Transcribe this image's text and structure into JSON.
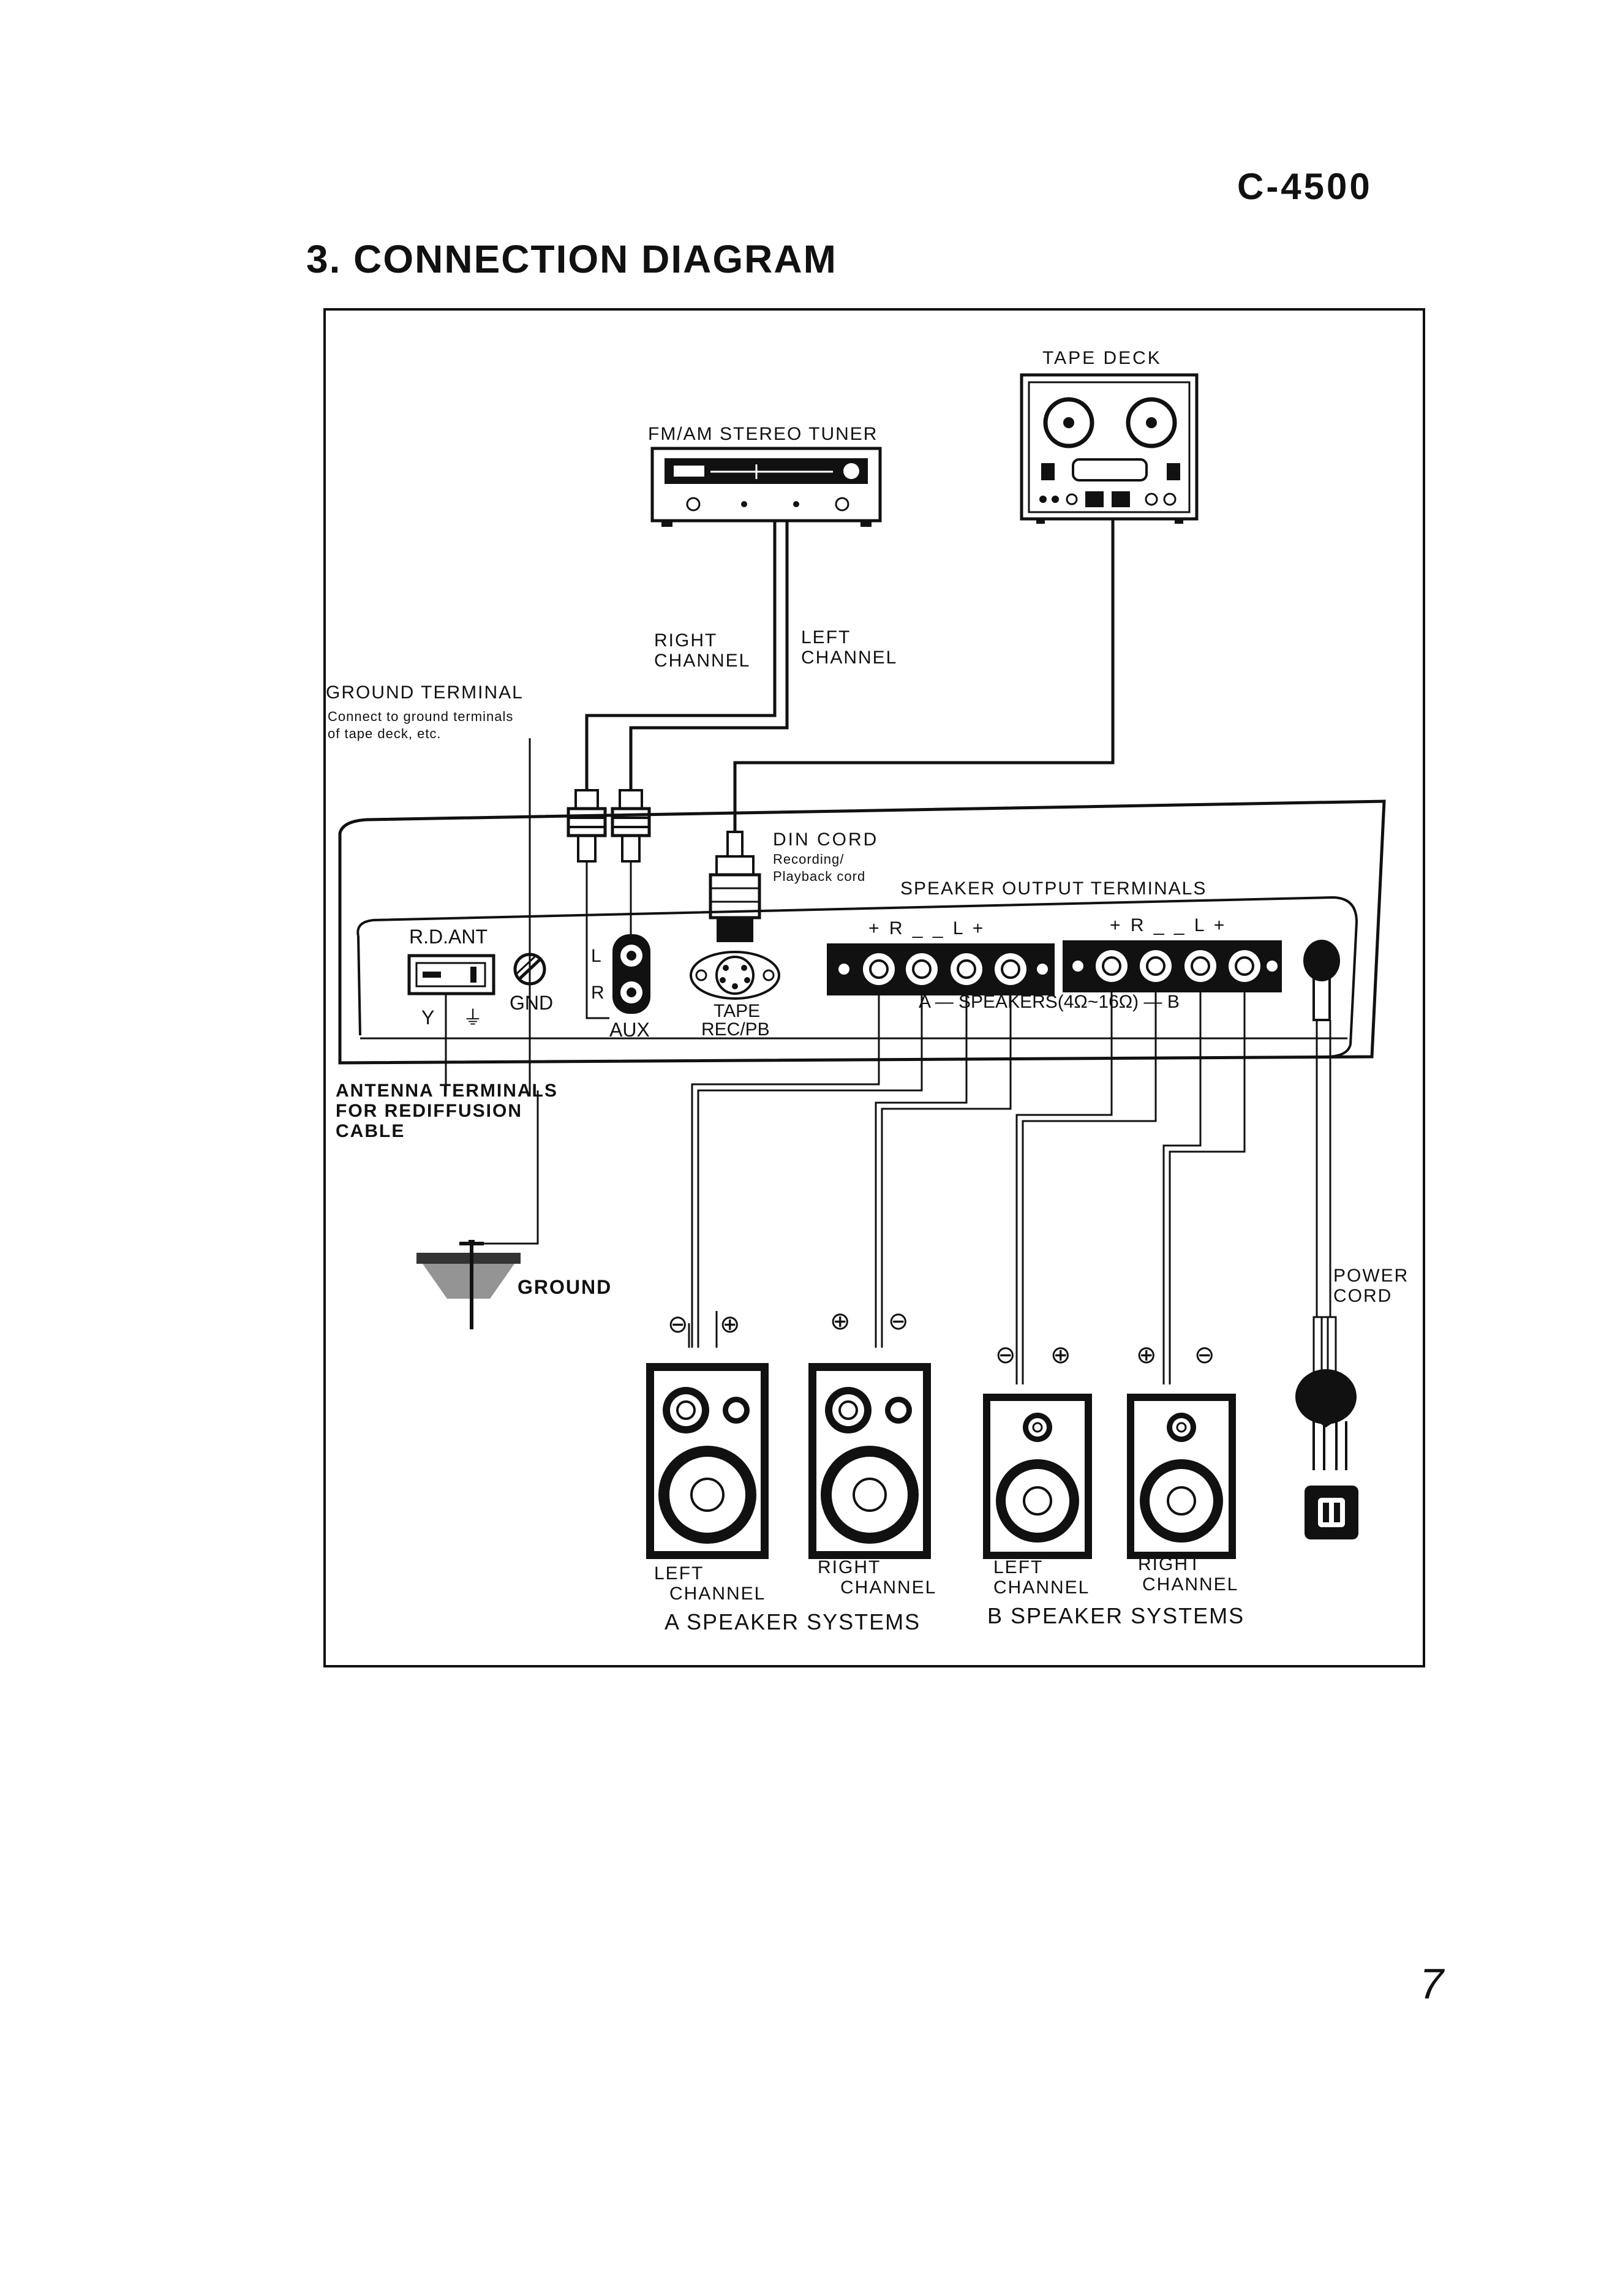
{
  "header": {
    "model": "C-4500",
    "title": "3.  CONNECTION DIAGRAM"
  },
  "labels": {
    "tape_deck": "TAPE DECK",
    "tuner": "FM/AM  STEREO TUNER",
    "right_channel_1": "RIGHT",
    "right_channel_2": "CHANNEL",
    "left_channel_1": "LEFT",
    "left_channel_2": "CHANNEL",
    "ground_terminal": "GROUND TERMINAL",
    "ground_note_1": "Connect to ground terminals",
    "ground_note_2": "of tape deck, etc.",
    "din_cord": "DIN CORD",
    "din_note_1": "Recording/",
    "din_note_2": "Playback cord",
    "speaker_output": "SPEAKER OUTPUT TERMINALS",
    "rd_ant": "R.D.ANT",
    "gnd": "GND",
    "aux": "AUX",
    "aux_l": "L",
    "aux_r": "R",
    "tape_1": "TAPE",
    "tape_2": "REC/PB",
    "terminal_a_signs": "+ R _   _ L +",
    "terminal_b_signs": "+ R _   _ L +",
    "speakers_range": "A — SPEAKERS(4Ω~16Ω) — B",
    "antenna_1": "ANTENNA TERMINALS",
    "antenna_2": "FOR REDIFFUSION",
    "antenna_3": "CABLE",
    "ground": "GROUND",
    "power_1": "POWER",
    "power_2": "CORD",
    "spk_a_left_1": "LEFT",
    "spk_a_left_2": "CHANNEL",
    "spk_a_right_1": "RIGHT",
    "spk_a_right_2": "CHANNEL",
    "spk_b_left_1": "LEFT",
    "spk_b_left_2": "CHANNEL",
    "spk_b_right_1": "RIGHT",
    "spk_b_right_2": "CHANNEL",
    "a_systems": "A SPEAKER SYSTEMS",
    "b_systems": "B SPEAKER SYSTEMS",
    "page_mark": "7"
  }
}
